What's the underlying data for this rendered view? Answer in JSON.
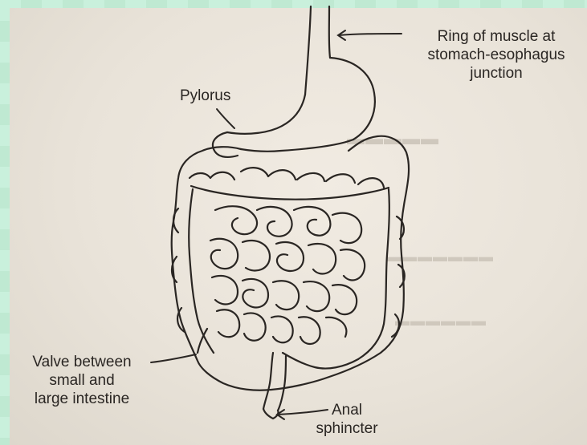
{
  "labels": {
    "ring": {
      "line1": "Ring of muscle at",
      "line2": "stomach-esophagus",
      "line3": "junction"
    },
    "pylorus": "Pylorus",
    "valve": {
      "line1": "Valve between",
      "line2": "small and",
      "line3": "large intestine"
    },
    "anal": {
      "line1": "Anal",
      "line2": "sphincter"
    }
  },
  "colors": {
    "ink": "#2a2623",
    "paper": "#ece6dc",
    "frame": "#c9f0dc"
  }
}
